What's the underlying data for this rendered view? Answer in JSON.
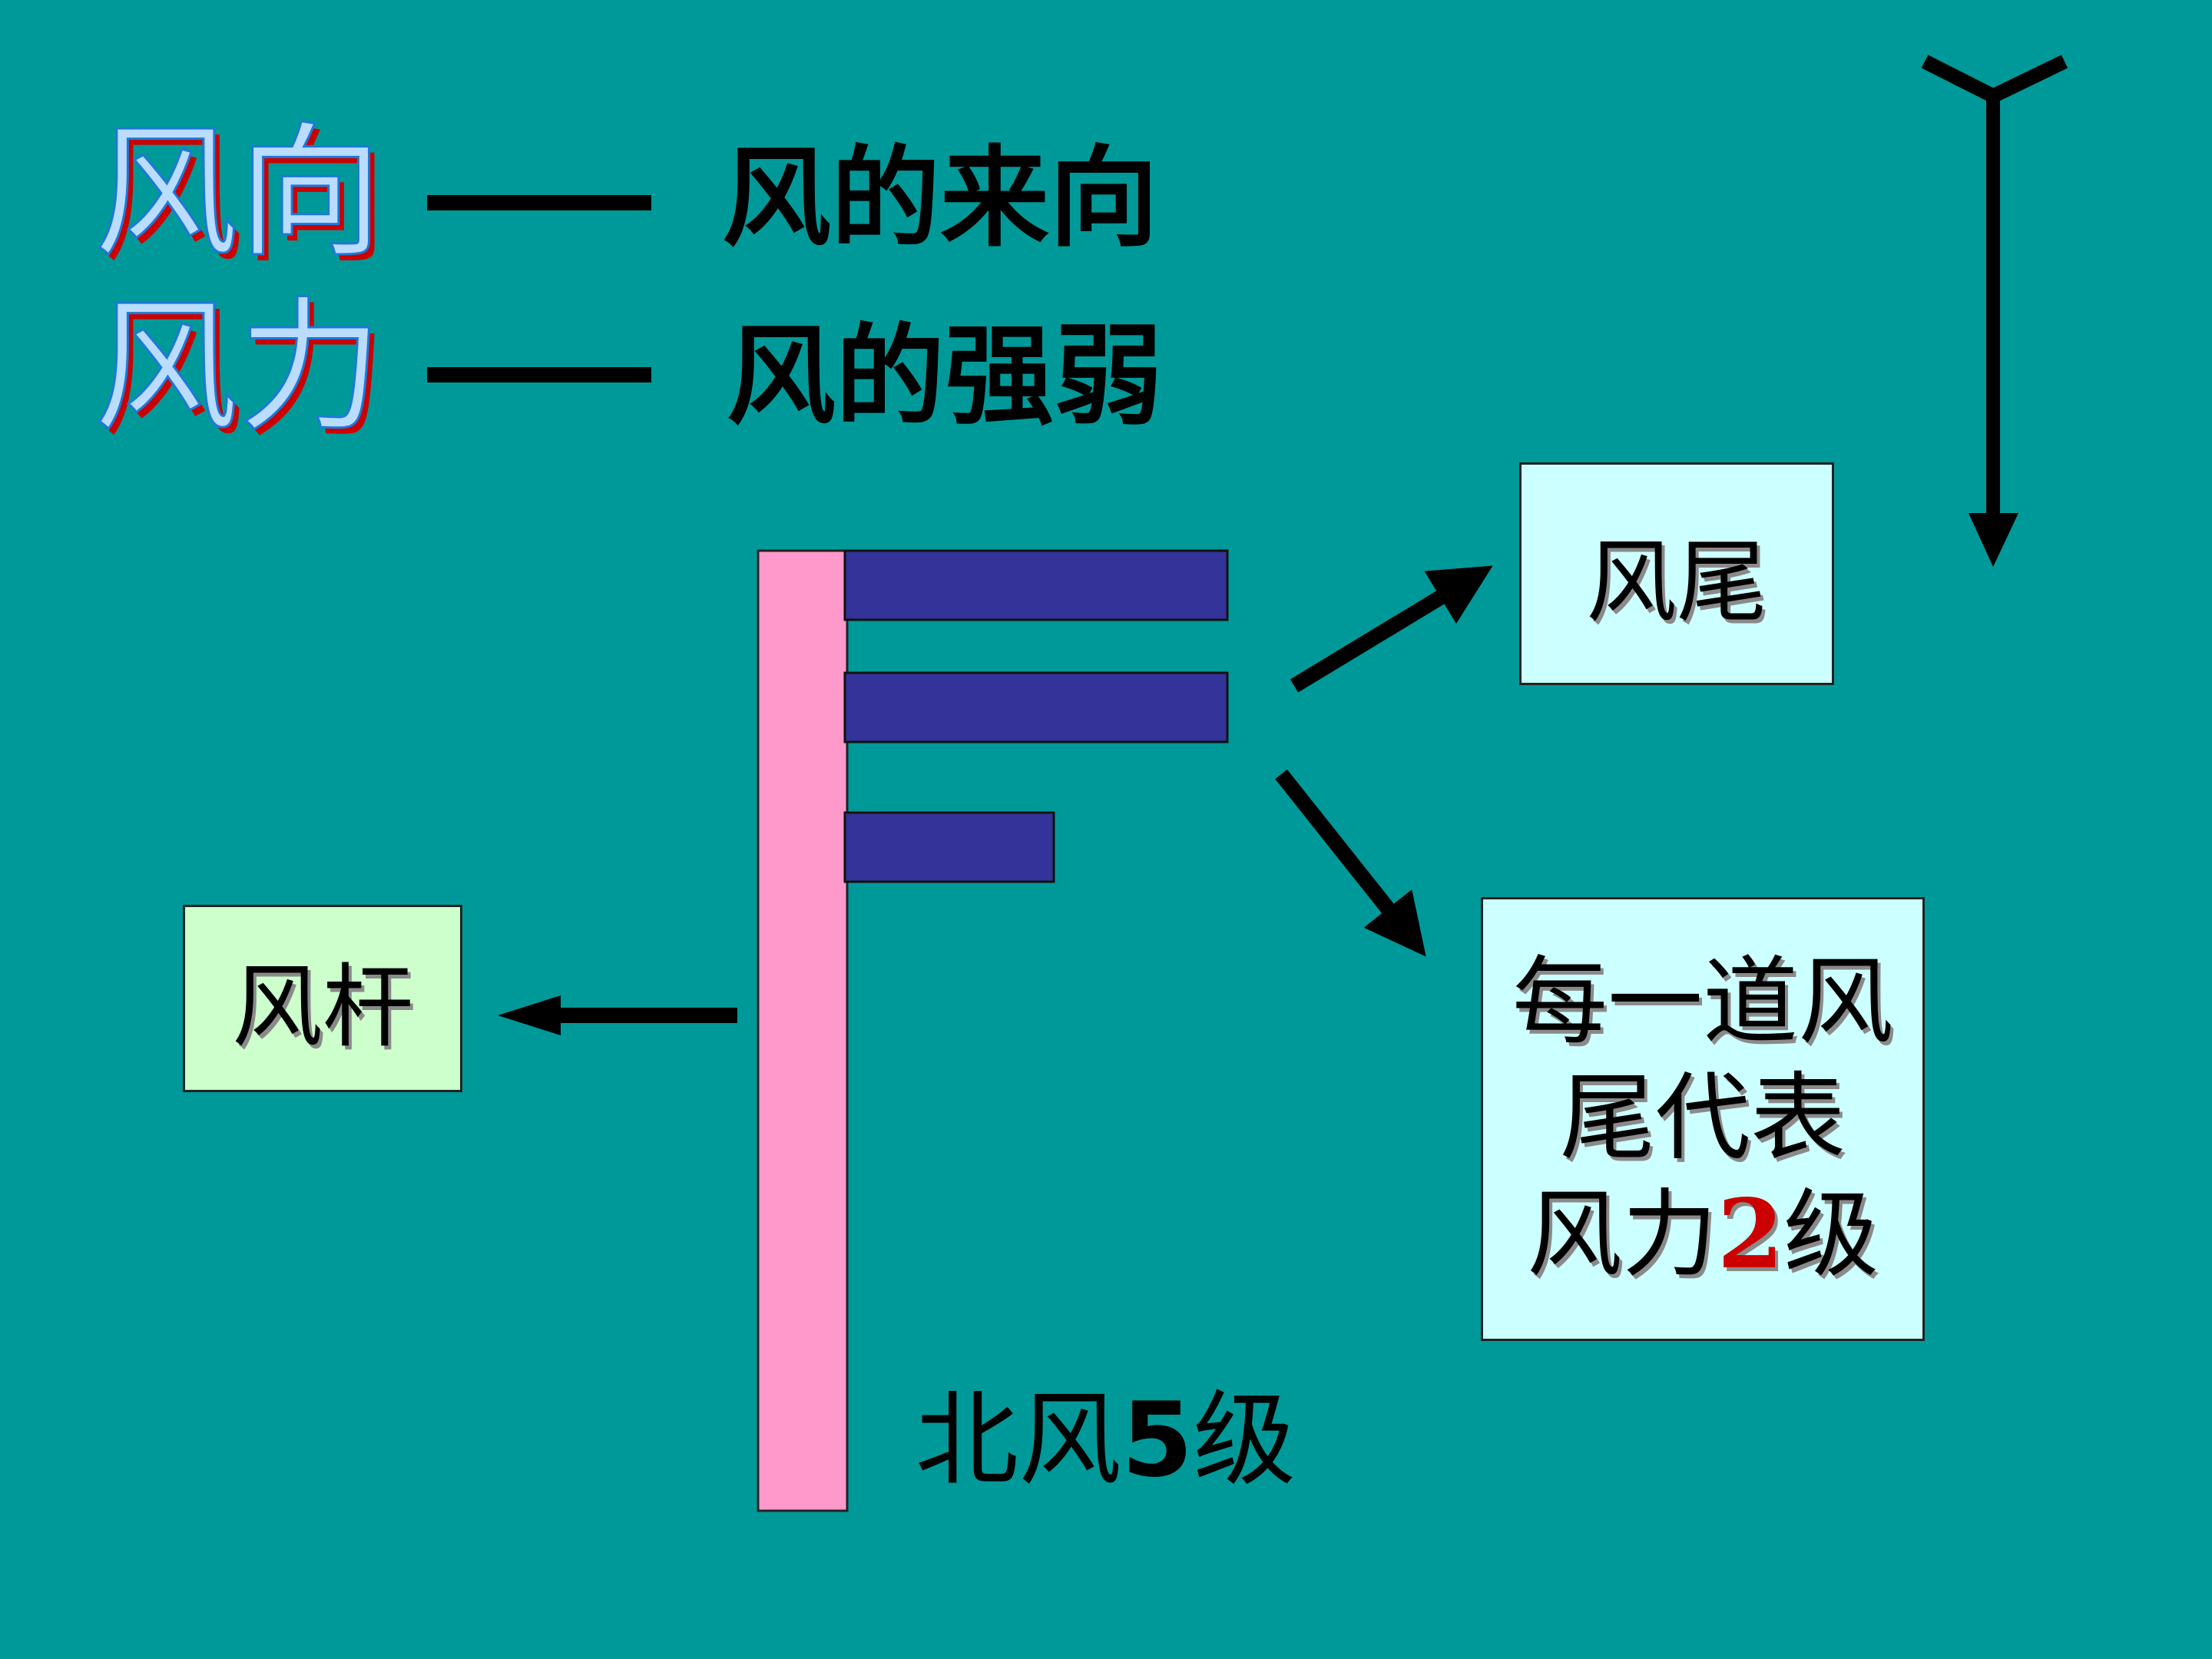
{
  "terms": [
    {
      "term": "风向",
      "definition": "风的来向"
    },
    {
      "term": "风力",
      "definition": "风的强弱"
    }
  ],
  "labels": {
    "tail": "风尾",
    "shaft": "风杆",
    "note_line1": "每一道风",
    "note_line2": "尾代表",
    "note_line3_prefix": "风力",
    "note_number": "2",
    "note_line3_suffix": "级",
    "caption_prefix": "北风",
    "caption_number": "5",
    "caption_suffix": "级"
  },
  "colors": {
    "background": "#009999",
    "shaft": "#ff99cc",
    "barb": "#333399",
    "tail_box": "#ccffff",
    "shaft_box": "#ccffcc",
    "accent_number": "#cc0000"
  },
  "wind_barb": {
    "direction": "北风",
    "force_level": 5,
    "full_barbs": 2,
    "half_barbs": 1
  },
  "icons": [
    "wind-direction-symbol-icon",
    "arrow-to-tail",
    "arrow-to-note",
    "arrow-to-shaft"
  ]
}
